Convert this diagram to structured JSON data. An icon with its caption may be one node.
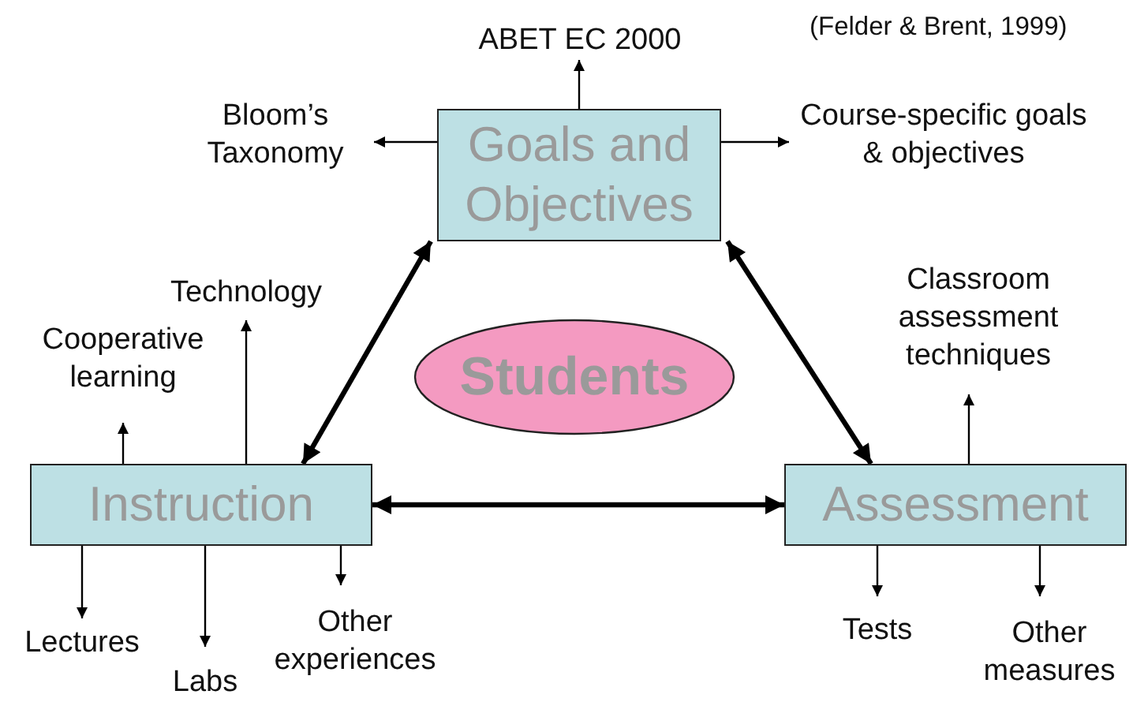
{
  "diagram": {
    "nodes": [
      {
        "text": [
          "Goals and Objectives"
        ]
      },
      {
        "text": [
          "Students"
        ]
      },
      {
        "text": [
          "Instruction"
        ]
      },
      {
        "text": [
          "Assessment"
        ]
      },
      {
        "text": [
          "ABET EC 2000"
        ]
      },
      {
        "text": [
          "Bloom’s Taxonomy"
        ]
      },
      {
        "text": [
          "Course-specific goals & objectives"
        ]
      },
      {
        "text": [
          "Technology"
        ]
      },
      {
        "text": [
          "Cooperative learning"
        ]
      },
      {
        "text": [
          "Classroom assessment techniques"
        ]
      },
      {
        "text": [
          "Lectures"
        ]
      },
      {
        "text": [
          "Labs"
        ]
      },
      {
        "text": [
          "Other experiences"
        ]
      },
      {
        "text": [
          "Tests"
        ]
      },
      {
        "text": [
          "Other measures"
        ]
      }
    ],
    "edges": [
      {
        "from": 0,
        "to": 2,
        "arrow": "both",
        "style": "thick"
      },
      {
        "from": 0,
        "to": 3,
        "arrow": "both",
        "style": "thick"
      },
      {
        "from": 2,
        "to": 3,
        "arrow": "both",
        "style": "thick"
      },
      {
        "from": 0,
        "to": 4,
        "arrow": "to"
      },
      {
        "from": 0,
        "to": 5,
        "arrow": "to"
      },
      {
        "from": 0,
        "to": 6,
        "arrow": "to"
      },
      {
        "from": 2,
        "to": 7,
        "arrow": "to"
      },
      {
        "from": 2,
        "to": 8,
        "arrow": "to"
      },
      {
        "from": 2,
        "to": 10,
        "arrow": "to"
      },
      {
        "from": 2,
        "to": 11,
        "arrow": "to"
      },
      {
        "from": 2,
        "to": 12,
        "arrow": "to"
      },
      {
        "from": 3,
        "to": 9,
        "arrow": "to"
      },
      {
        "from": 3,
        "to": 13,
        "arrow": "to"
      },
      {
        "from": 3,
        "to": 14,
        "arrow": "to"
      }
    ],
    "labels": [
      "(Felder & Brent, 1999)"
    ]
  }
}
